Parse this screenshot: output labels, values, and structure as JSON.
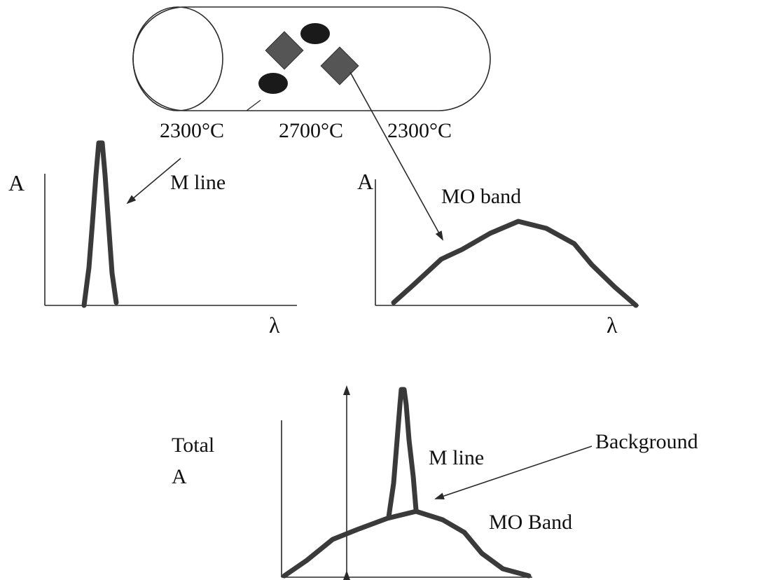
{
  "furnace": {
    "temp_left": "2300°C",
    "temp_center": "2700°C",
    "temp_right": "2300°C"
  },
  "panel_left": {
    "y_label": "A",
    "x_label": "λ",
    "annotation": "M line"
  },
  "panel_right": {
    "y_label": "A",
    "x_label": "λ",
    "annotation": "MO band"
  },
  "panel_bottom": {
    "y_label_line1": "Total",
    "y_label_line2": "A",
    "annotation_peak": "M line",
    "annotation_background": "Background",
    "annotation_band": "MO Band"
  },
  "colors": {
    "particle": "#1a1a1a",
    "molecule": "#555555",
    "curve": "#3a3a3a"
  }
}
